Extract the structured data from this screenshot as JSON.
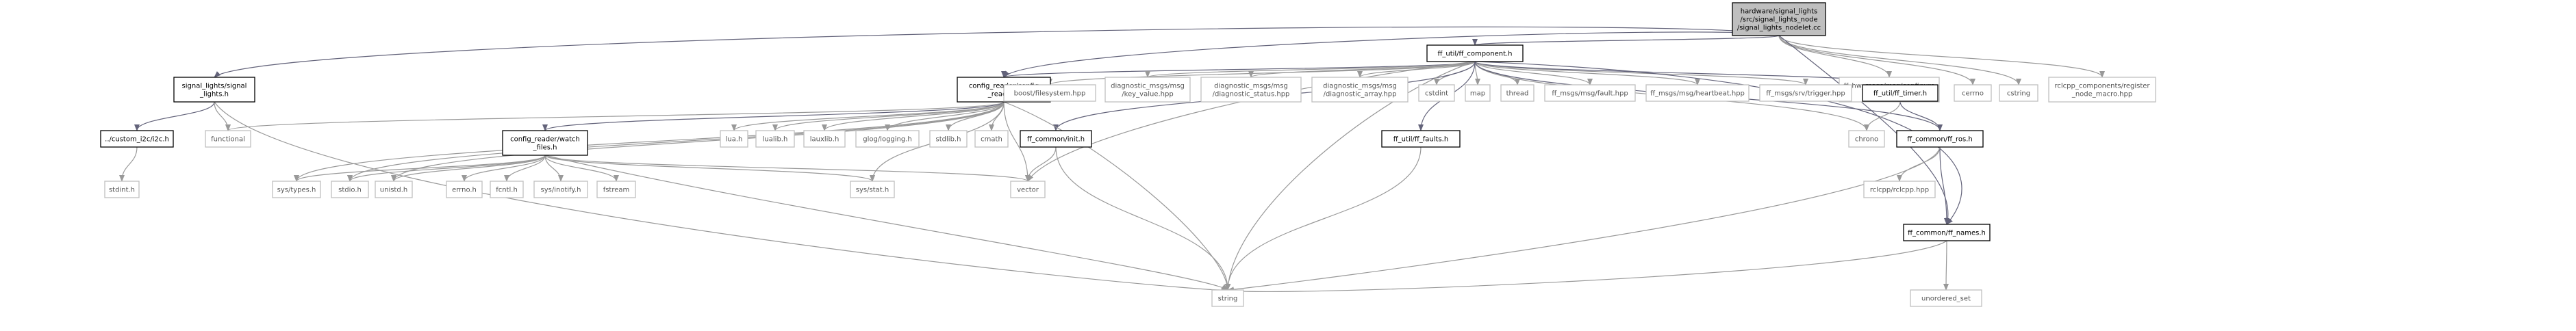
{
  "colors": {
    "root_fill": "#bfbfbf",
    "project_stroke": "#000000",
    "system_stroke": "#bfbfbf",
    "system_text": "#555555",
    "edge": "#63637a",
    "edge_system": "#999999",
    "background": "#ffffff"
  },
  "nodes": [
    {
      "id": "root",
      "lines": [
        "hardware/signal_lights",
        "/src/signal_lights_node",
        "/signal_lights_nodelet.cc"
      ],
      "kind": "root"
    },
    {
      "id": "signal_lights",
      "lines": [
        "signal_lights/signal",
        "_lights.h"
      ],
      "kind": "project"
    },
    {
      "id": "ff_component",
      "lines": [
        "ff_util/ff_component.h"
      ],
      "kind": "project"
    },
    {
      "id": "configure_led",
      "lines": [
        "ff_hw_msgs/msg/configure",
        "_led_group.hpp"
      ],
      "kind": "system"
    },
    {
      "id": "cerrno",
      "lines": [
        "cerrno"
      ],
      "kind": "system"
    },
    {
      "id": "cstring",
      "lines": [
        "cstring"
      ],
      "kind": "system"
    },
    {
      "id": "rclcpp_components",
      "lines": [
        "rclcpp_components/register",
        "_node_macro.hpp"
      ],
      "kind": "system"
    },
    {
      "id": "custom_i2c",
      "lines": [
        "../custom_i2c/i2c.h"
      ],
      "kind": "project"
    },
    {
      "id": "functional",
      "lines": [
        "functional"
      ],
      "kind": "system"
    },
    {
      "id": "config_reader",
      "lines": [
        "config_reader/config",
        "_reader.h"
      ],
      "kind": "project"
    },
    {
      "id": "boost_fs",
      "lines": [
        "boost/filesystem.hpp"
      ],
      "kind": "system"
    },
    {
      "id": "key_value",
      "lines": [
        "diagnostic_msgs/msg",
        "/key_value.hpp"
      ],
      "kind": "system"
    },
    {
      "id": "diag_status",
      "lines": [
        "diagnostic_msgs/msg",
        "/diagnostic_status.hpp"
      ],
      "kind": "system"
    },
    {
      "id": "diag_array",
      "lines": [
        "diagnostic_msgs/msg",
        "/diagnostic_array.hpp"
      ],
      "kind": "system"
    },
    {
      "id": "cstdint",
      "lines": [
        "cstdint"
      ],
      "kind": "system"
    },
    {
      "id": "map",
      "lines": [
        "map"
      ],
      "kind": "system"
    },
    {
      "id": "thread",
      "lines": [
        "thread"
      ],
      "kind": "system"
    },
    {
      "id": "fault_hpp",
      "lines": [
        "ff_msgs/msg/fault.hpp"
      ],
      "kind": "system"
    },
    {
      "id": "heartbeat_hpp",
      "lines": [
        "ff_msgs/msg/heartbeat.hpp"
      ],
      "kind": "system"
    },
    {
      "id": "trigger_hpp",
      "lines": [
        "ff_msgs/srv/trigger.hpp"
      ],
      "kind": "system"
    },
    {
      "id": "ff_timer",
      "lines": [
        "ff_util/ff_timer.h"
      ],
      "kind": "project"
    },
    {
      "id": "stdint_h",
      "lines": [
        "stdint.h"
      ],
      "kind": "system"
    },
    {
      "id": "watch_files",
      "lines": [
        "config_reader/watch",
        "_files.h"
      ],
      "kind": "project"
    },
    {
      "id": "lua_h",
      "lines": [
        "lua.h"
      ],
      "kind": "system"
    },
    {
      "id": "lualib_h",
      "lines": [
        "lualib.h"
      ],
      "kind": "system"
    },
    {
      "id": "lauxlib_h",
      "lines": [
        "lauxlib.h"
      ],
      "kind": "system"
    },
    {
      "id": "glog",
      "lines": [
        "glog/logging.h"
      ],
      "kind": "system"
    },
    {
      "id": "stdlib_h",
      "lines": [
        "stdlib.h"
      ],
      "kind": "system"
    },
    {
      "id": "cmath",
      "lines": [
        "cmath"
      ],
      "kind": "system"
    },
    {
      "id": "ff_init",
      "lines": [
        "ff_common/init.h"
      ],
      "kind": "project"
    },
    {
      "id": "ff_faults",
      "lines": [
        "ff_util/ff_faults.h"
      ],
      "kind": "project"
    },
    {
      "id": "chrono",
      "lines": [
        "chrono"
      ],
      "kind": "system"
    },
    {
      "id": "ff_ros",
      "lines": [
        "ff_common/ff_ros.h"
      ],
      "kind": "project"
    },
    {
      "id": "sys_types",
      "lines": [
        "sys/types.h"
      ],
      "kind": "system"
    },
    {
      "id": "stdio_h",
      "lines": [
        "stdio.h"
      ],
      "kind": "system"
    },
    {
      "id": "unistd_h",
      "lines": [
        "unistd.h"
      ],
      "kind": "system"
    },
    {
      "id": "errno_h",
      "lines": [
        "errno.h"
      ],
      "kind": "system"
    },
    {
      "id": "fcntl_h",
      "lines": [
        "fcntl.h"
      ],
      "kind": "system"
    },
    {
      "id": "sys_inotify",
      "lines": [
        "sys/inotify.h"
      ],
      "kind": "system"
    },
    {
      "id": "fstream",
      "lines": [
        "fstream"
      ],
      "kind": "system"
    },
    {
      "id": "sys_stat",
      "lines": [
        "sys/stat.h"
      ],
      "kind": "system"
    },
    {
      "id": "vector",
      "lines": [
        "vector"
      ],
      "kind": "system"
    },
    {
      "id": "rclcpp_hpp",
      "lines": [
        "rclcpp/rclcpp.hpp"
      ],
      "kind": "system"
    },
    {
      "id": "ff_names",
      "lines": [
        "ff_common/ff_names.h"
      ],
      "kind": "project"
    },
    {
      "id": "string",
      "lines": [
        "string"
      ],
      "kind": "system"
    },
    {
      "id": "unordered_set",
      "lines": [
        "unordered_set"
      ],
      "kind": "system"
    }
  ],
  "edges": [
    [
      "root",
      "signal_lights"
    ],
    [
      "root",
      "ff_component"
    ],
    [
      "root",
      "configure_led"
    ],
    [
      "root",
      "cerrno"
    ],
    [
      "root",
      "cstring"
    ],
    [
      "root",
      "rclcpp_components"
    ],
    [
      "root",
      "config_reader"
    ],
    [
      "root",
      "ff_names"
    ],
    [
      "signal_lights",
      "custom_i2c"
    ],
    [
      "signal_lights",
      "functional"
    ],
    [
      "signal_lights",
      "string"
    ],
    [
      "custom_i2c",
      "stdint_h"
    ],
    [
      "ff_component",
      "config_reader"
    ],
    [
      "ff_component",
      "boost_fs"
    ],
    [
      "ff_component",
      "key_value"
    ],
    [
      "ff_component",
      "diag_status"
    ],
    [
      "ff_component",
      "diag_array"
    ],
    [
      "ff_component",
      "cstdint"
    ],
    [
      "ff_component",
      "map"
    ],
    [
      "ff_component",
      "thread"
    ],
    [
      "ff_component",
      "fault_hpp"
    ],
    [
      "ff_component",
      "heartbeat_hpp"
    ],
    [
      "ff_component",
      "trigger_hpp"
    ],
    [
      "ff_component",
      "ff_timer"
    ],
    [
      "ff_component",
      "ff_init"
    ],
    [
      "ff_component",
      "ff_faults"
    ],
    [
      "ff_component",
      "chrono"
    ],
    [
      "ff_component",
      "ff_ros"
    ],
    [
      "ff_component",
      "ff_names"
    ],
    [
      "ff_component",
      "vector"
    ],
    [
      "ff_component",
      "string"
    ],
    [
      "config_reader",
      "functional"
    ],
    [
      "config_reader",
      "watch_files"
    ],
    [
      "config_reader",
      "lua_h"
    ],
    [
      "config_reader",
      "lualib_h"
    ],
    [
      "config_reader",
      "lauxlib_h"
    ],
    [
      "config_reader",
      "glog"
    ],
    [
      "config_reader",
      "stdlib_h"
    ],
    [
      "config_reader",
      "cmath"
    ],
    [
      "config_reader",
      "sys_types"
    ],
    [
      "config_reader",
      "stdio_h"
    ],
    [
      "config_reader",
      "unistd_h"
    ],
    [
      "config_reader",
      "sys_stat"
    ],
    [
      "config_reader",
      "vector"
    ],
    [
      "config_reader",
      "string"
    ],
    [
      "watch_files",
      "sys_types"
    ],
    [
      "watch_files",
      "stdio_h"
    ],
    [
      "watch_files",
      "unistd_h"
    ],
    [
      "watch_files",
      "errno_h"
    ],
    [
      "watch_files",
      "fcntl_h"
    ],
    [
      "watch_files",
      "sys_inotify"
    ],
    [
      "watch_files",
      "fstream"
    ],
    [
      "watch_files",
      "sys_stat"
    ],
    [
      "watch_files",
      "vector"
    ],
    [
      "watch_files",
      "string"
    ],
    [
      "ff_init",
      "vector"
    ],
    [
      "ff_init",
      "string"
    ],
    [
      "ff_faults",
      "string"
    ],
    [
      "ff_timer",
      "chrono"
    ],
    [
      "ff_timer",
      "ff_ros"
    ],
    [
      "ff_ros",
      "rclcpp_hpp"
    ],
    [
      "ff_ros",
      "ff_names"
    ],
    [
      "ff_ros",
      "string"
    ],
    [
      "ff_names",
      "string"
    ],
    [
      "ff_names",
      "unordered_set"
    ]
  ]
}
